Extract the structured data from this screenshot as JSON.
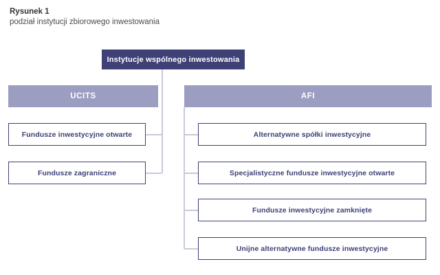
{
  "figure": {
    "label": "Rysunek 1",
    "caption": "podział instytucji zbiorowego inwestowania"
  },
  "chart_data": {
    "type": "tree",
    "root": "Instytucje wspólnego inwestowania",
    "branches": [
      {
        "name": "UCITS",
        "children": [
          "Fundusze inwestycyjne otwarte",
          "Fundusze zagraniczne"
        ]
      },
      {
        "name": "AFI",
        "children": [
          "Alternatywne spółki inwestycyjne",
          "Specjalistyczne fundusze inwestycyjne otwarte",
          "Fundusze inwestycyjne zamknięte",
          "Unijne alternatywne fundusze inwestycyjne"
        ]
      }
    ]
  },
  "colors": {
    "root_bg": "#3e4076",
    "header_bg": "#9b9dc1",
    "box_border": "#3e4076",
    "box_text": "#3e4076",
    "line": "#c7c9da"
  }
}
